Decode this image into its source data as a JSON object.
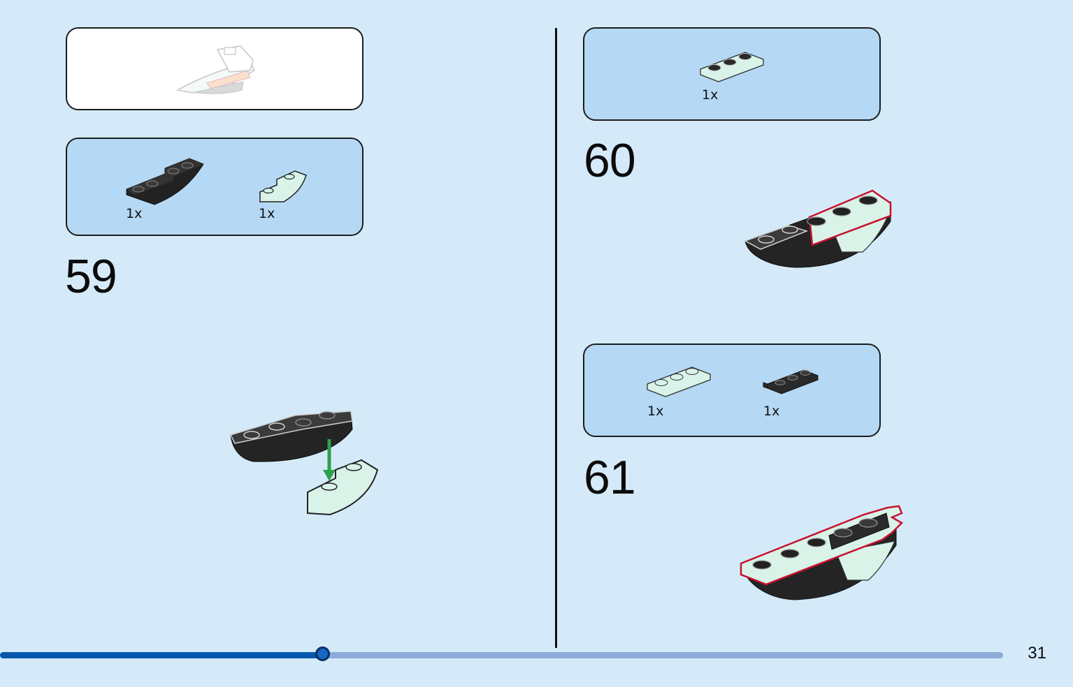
{
  "left_page": {
    "preview_box": {
      "image": "completed-boat-preview"
    },
    "parts_box": {
      "parts": [
        {
          "name": "black-curved-slope-brick",
          "qty": "1x"
        },
        {
          "name": "mint-inverted-slope-brick",
          "qty": "1x"
        }
      ]
    },
    "step_number": "59"
  },
  "right_page": {
    "step60": {
      "parts": [
        {
          "name": "mint-plate-1x3",
          "qty": "1x"
        }
      ],
      "step_number": "60"
    },
    "step61": {
      "parts": [
        {
          "name": "mint-plate-1x3",
          "qty": "1x"
        },
        {
          "name": "black-clip-plate",
          "qty": "1x"
        }
      ],
      "step_number": "61"
    }
  },
  "footer": {
    "page_number": "31",
    "progress": 0.3
  },
  "colors": {
    "background": "#d4eaf9",
    "parts_box": "#b5d9f5",
    "progress_fill": "#0759ad",
    "progress_track": "#8daad9",
    "highlight_outline": "#c8102e",
    "arrow": "#2ca14a",
    "mint": "#d9f3e8"
  }
}
